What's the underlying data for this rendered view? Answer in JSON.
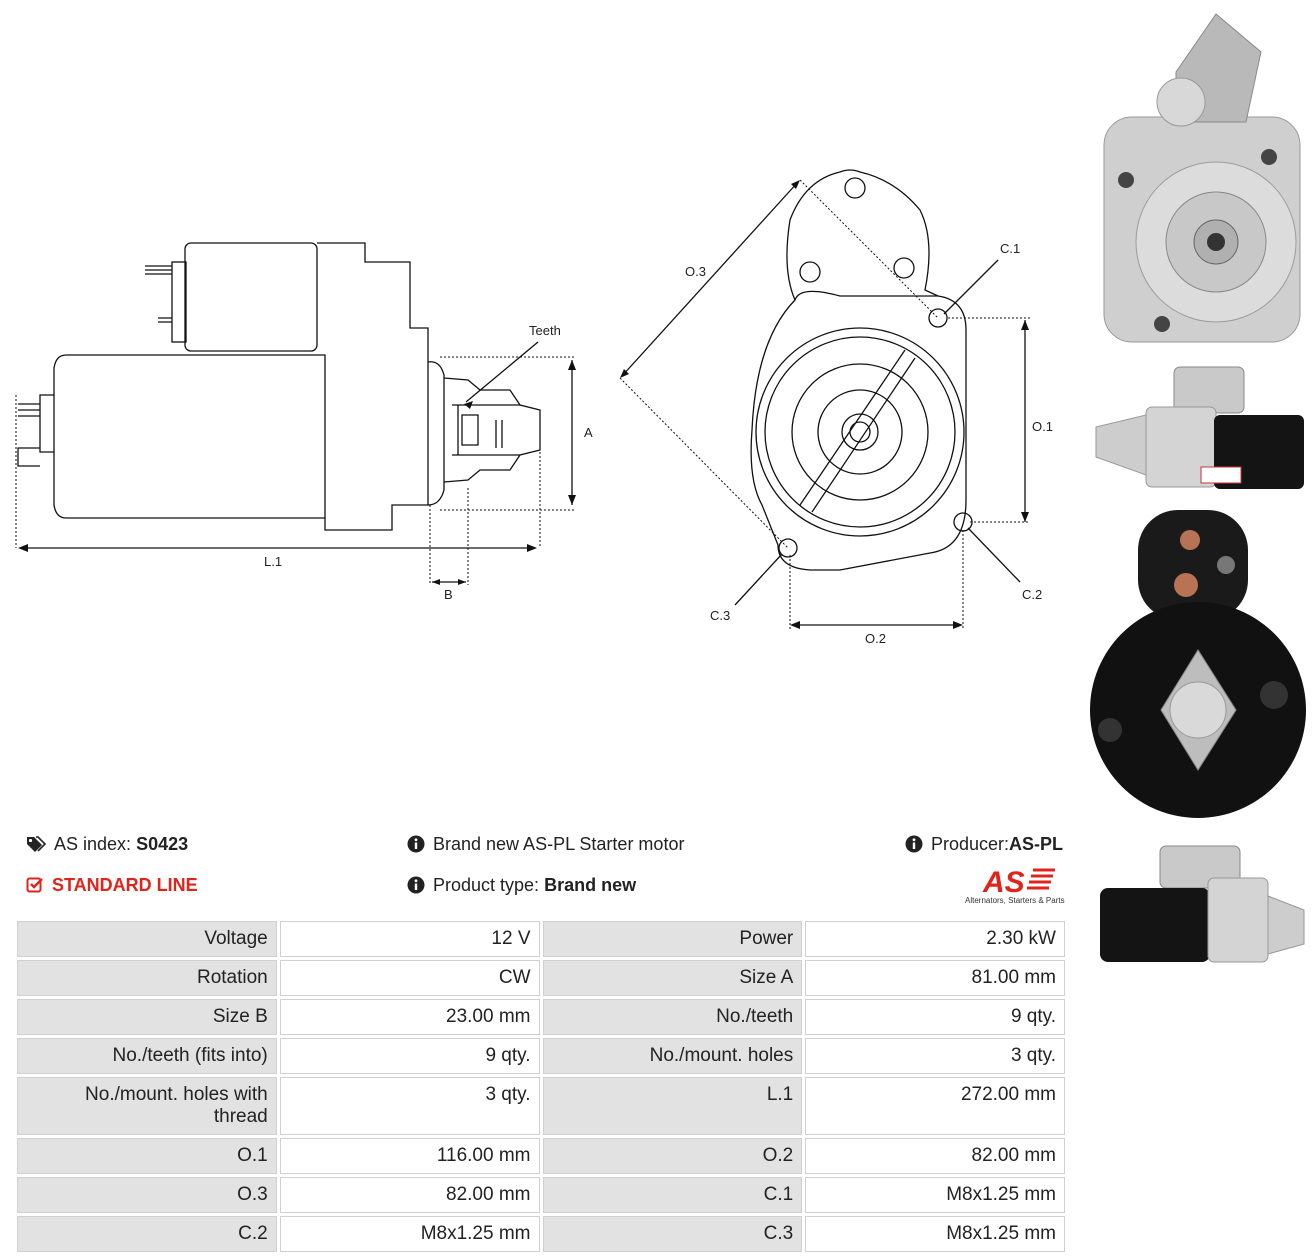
{
  "diagram": {
    "label_teeth": "Teeth",
    "label_a": "A",
    "label_b": "B",
    "label_l1": "L.1",
    "label_o1": "O.1",
    "label_o2": "O.2",
    "label_o3": "O.3",
    "label_c1": "C.1",
    "label_c2": "C.2",
    "label_c3": "C.3"
  },
  "header": {
    "index_label": "AS index:",
    "index_value": "S0423",
    "line": "STANDARD LINE",
    "title": "Brand new AS-PL Starter motor",
    "type_label": "Product type:",
    "type_value": "Brand new",
    "producer_label": "Producer:",
    "producer_value": "AS-PL",
    "logo_text": "AS",
    "logo_tagline": "Alternators, Starters & Parts"
  },
  "specs": [
    [
      "Voltage",
      "12 V",
      "Power",
      "2.30 kW"
    ],
    [
      "Rotation",
      "CW",
      "Size A",
      "81.00 mm"
    ],
    [
      "Size B",
      "23.00 mm",
      "No./teeth",
      "9 qty."
    ],
    [
      "No./teeth (fits into)",
      "9 qty.",
      "No./mount. holes",
      "3 qty."
    ],
    [
      "No./mount. holes with thread",
      "3 qty.",
      "L.1",
      "272.00 mm"
    ],
    [
      "O.1",
      "116.00 mm",
      "O.2",
      "82.00 mm"
    ],
    [
      "O.3",
      "82.00 mm",
      "C.1",
      "M8x1.25 mm"
    ],
    [
      "C.2",
      "M8x1.25 mm",
      "C.3",
      "M8x1.25 mm"
    ]
  ],
  "colors": {
    "accent_red": "#e0241b",
    "label_bg": "#e2e2e2"
  }
}
